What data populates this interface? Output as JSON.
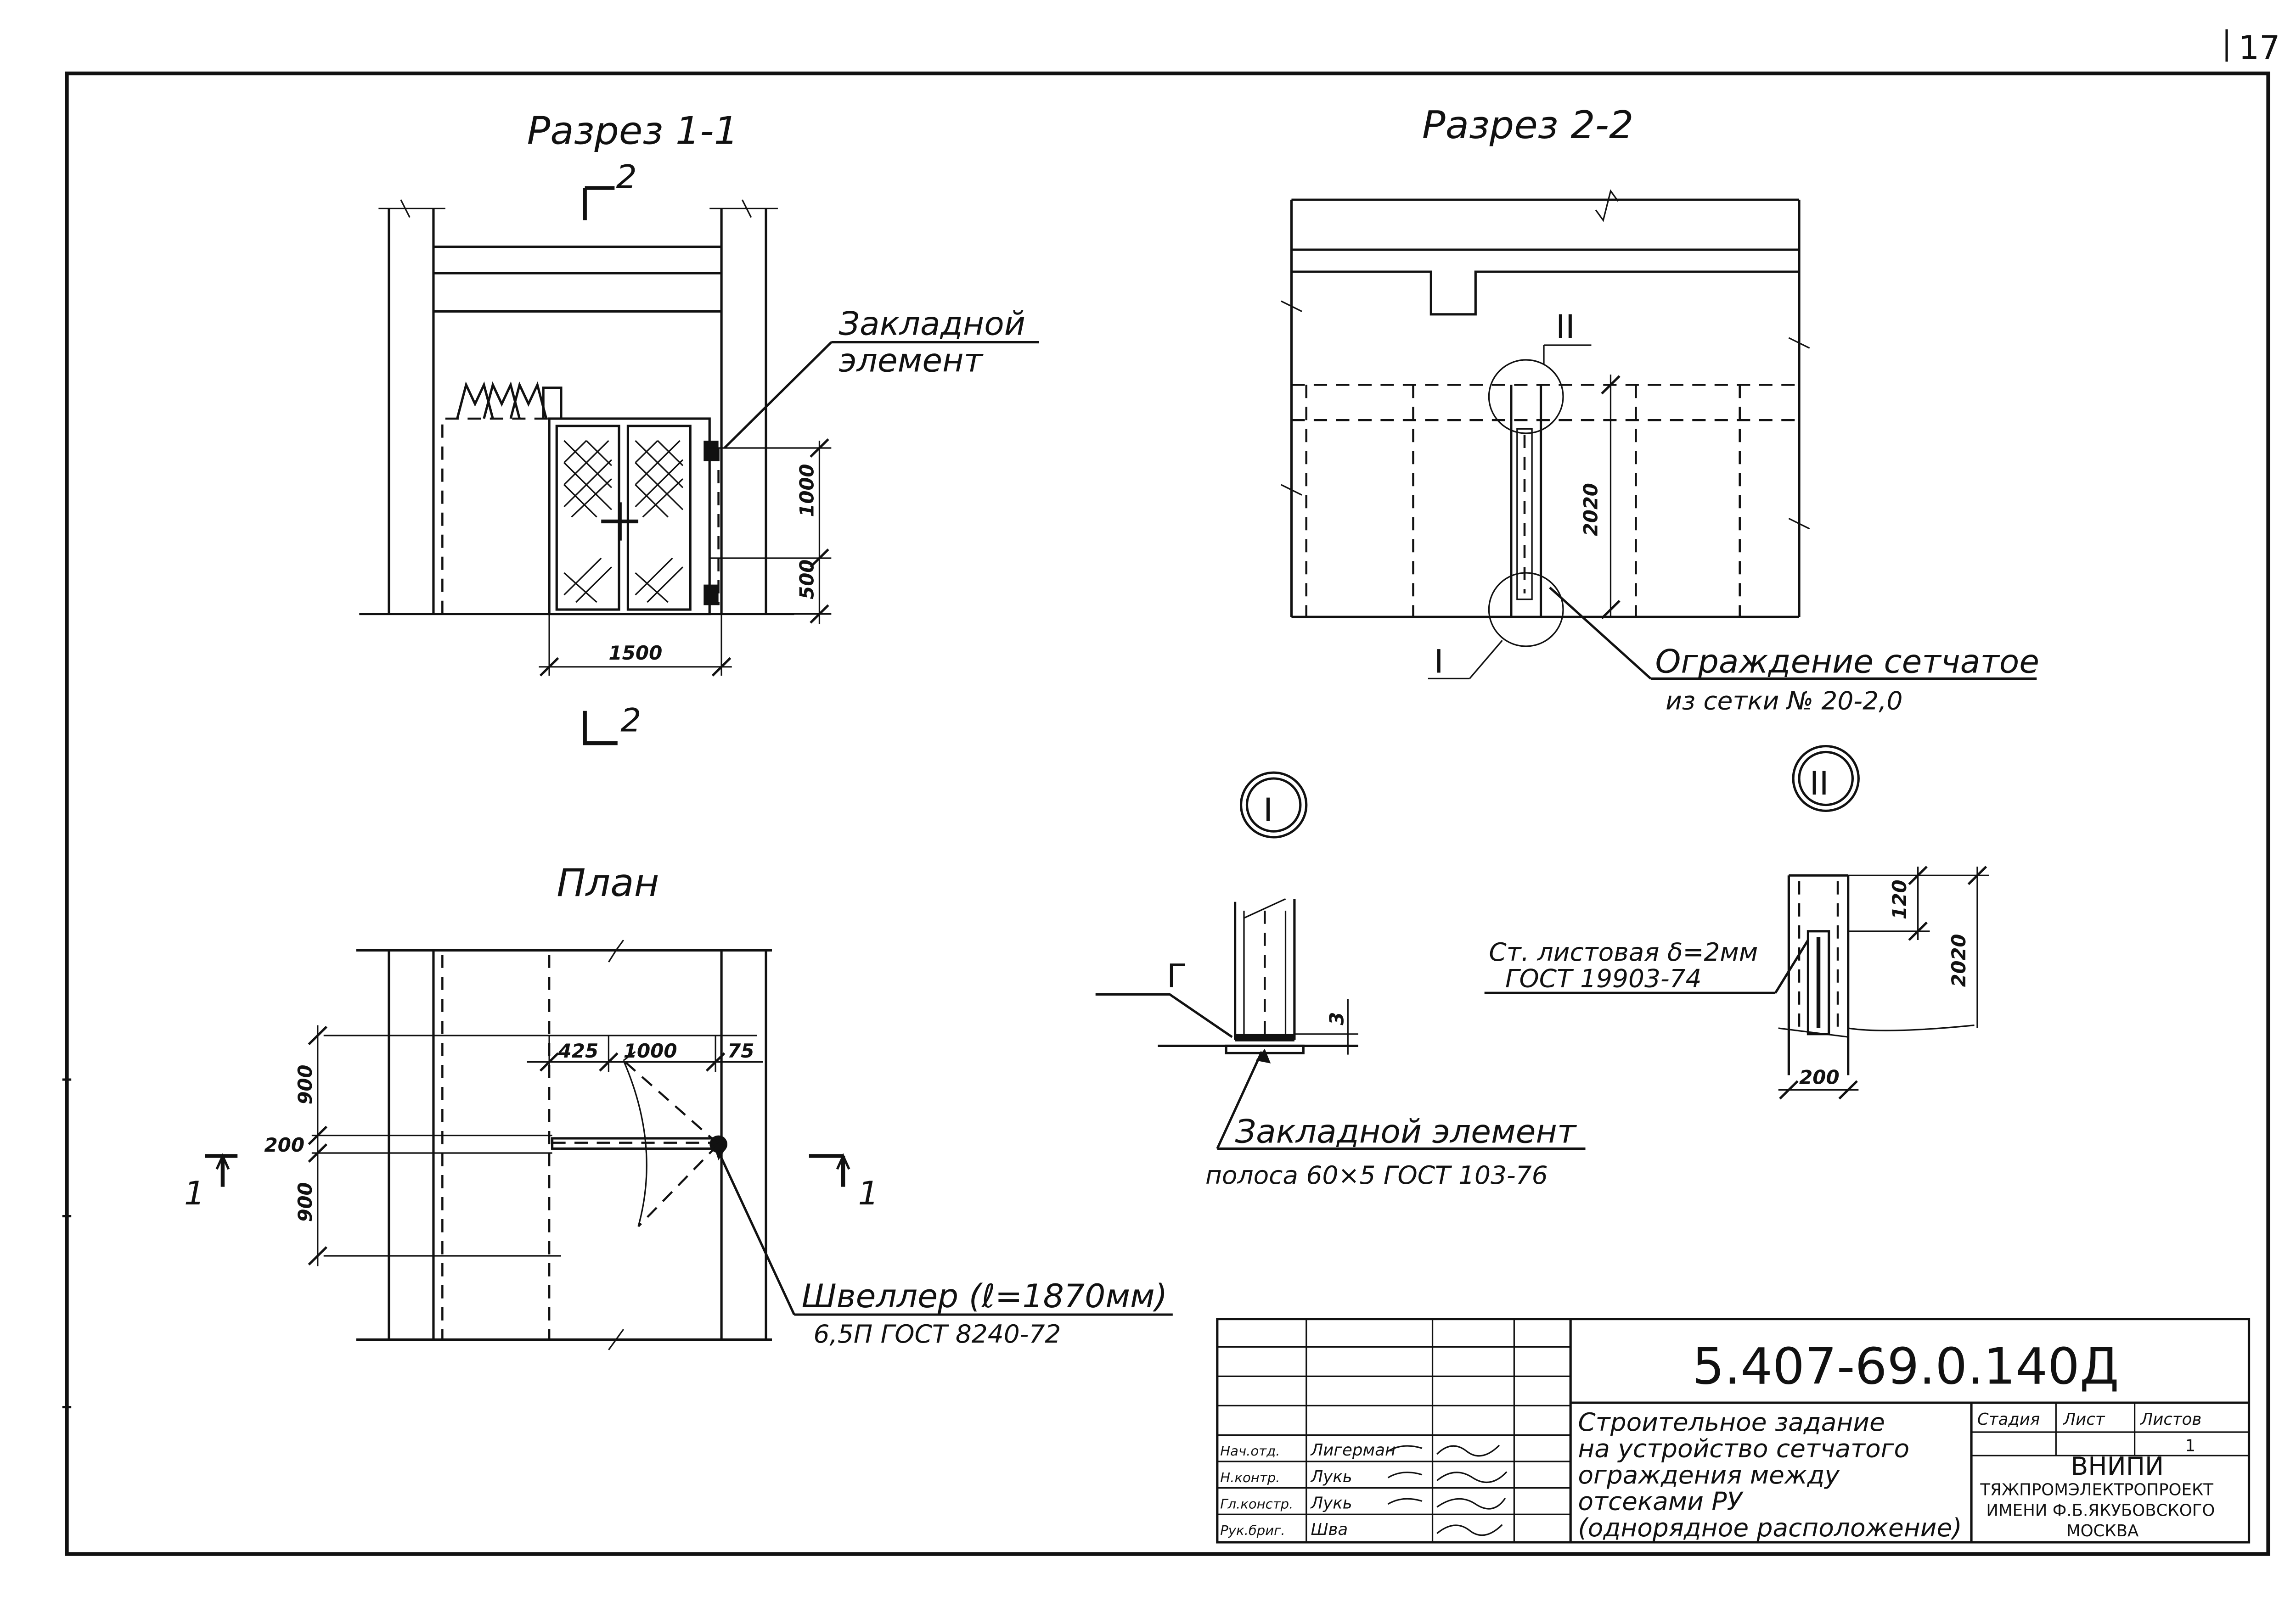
{
  "sheet_number": "17",
  "section_1_1": {
    "title": "Разрез 1-1",
    "marker_top": "2",
    "marker_bottom": "2",
    "callout": [
      "Закладной",
      "элемент"
    ],
    "dim_height_1": "1000",
    "dim_height_2": "500",
    "dim_width": "1500"
  },
  "section_2_2": {
    "title": "Разрез 2-2",
    "node_top": "II",
    "node_bottom": "I",
    "dim_height": "2020",
    "callout": [
      "Ограждение сетчатое",
      "из сетки № 20-2,0"
    ]
  },
  "plan": {
    "title": "План",
    "dims_top": [
      "425",
      "1000",
      "75"
    ],
    "dims_left": [
      "900",
      "200",
      "900"
    ],
    "cut_left": "1",
    "cut_right": "1",
    "callout": [
      "Швеллер (ℓ=1870мм)",
      "6,5П ГОСТ 8240-72"
    ]
  },
  "node_1": {
    "label": "I",
    "weld_mark": "Г",
    "dim": "3",
    "callout": [
      "Закладной элемент",
      "полоса 60×5 ГОСТ 103-76"
    ]
  },
  "node_2": {
    "label": "II",
    "dim_120": "120",
    "dim_2020": "2020",
    "dim_200": "200",
    "callout": [
      "Ст. листовая δ=2мм",
      "ГОСТ 19903-74"
    ]
  },
  "title_block": {
    "code": "5.407-69.0.140Д",
    "description": [
      "Строительное задание",
      "на устройство сетчатого",
      "ограждения между",
      "отсеками РУ",
      "(однорядное расположение)"
    ],
    "stage_header": "Стадия",
    "sheet_header": "Лист",
    "sheets_header": "Листов",
    "sheet_value": "1",
    "org": [
      "ВНИПИ",
      "ТЯЖПРОМЭЛЕКТРОПРОЕКТ",
      "ИМЕНИ Ф.Б.ЯКУБОВСКОГО",
      "МОСКВА"
    ],
    "roles": [
      "Нач.отд.",
      "Н.контр.",
      "Гл.констр.",
      "Рук.бриг."
    ],
    "names": [
      "Лигерман",
      "Лукь",
      "Лукь",
      "Шва"
    ]
  }
}
